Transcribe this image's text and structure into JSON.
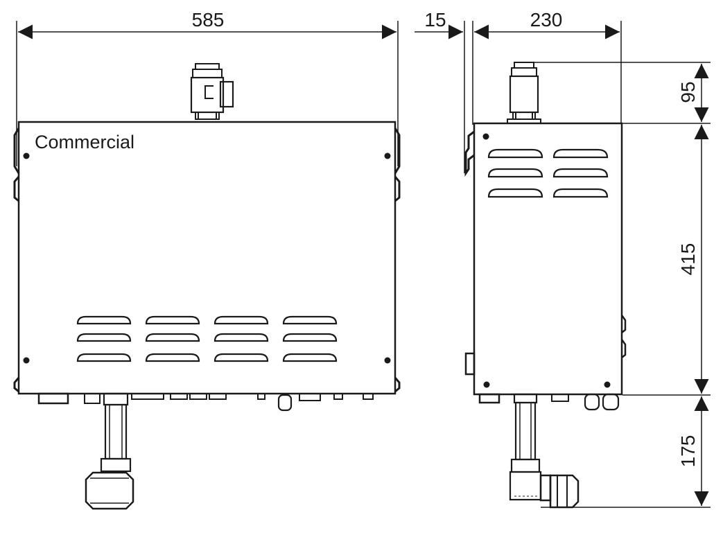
{
  "front_view": {
    "label": "Commercial",
    "width_dimension": "585"
  },
  "side_view": {
    "offset_dimension": "15",
    "depth_dimension": "230",
    "top_valve_height_dimension": "95",
    "body_height_dimension": "415",
    "bottom_pipe_height_dimension": "175"
  }
}
